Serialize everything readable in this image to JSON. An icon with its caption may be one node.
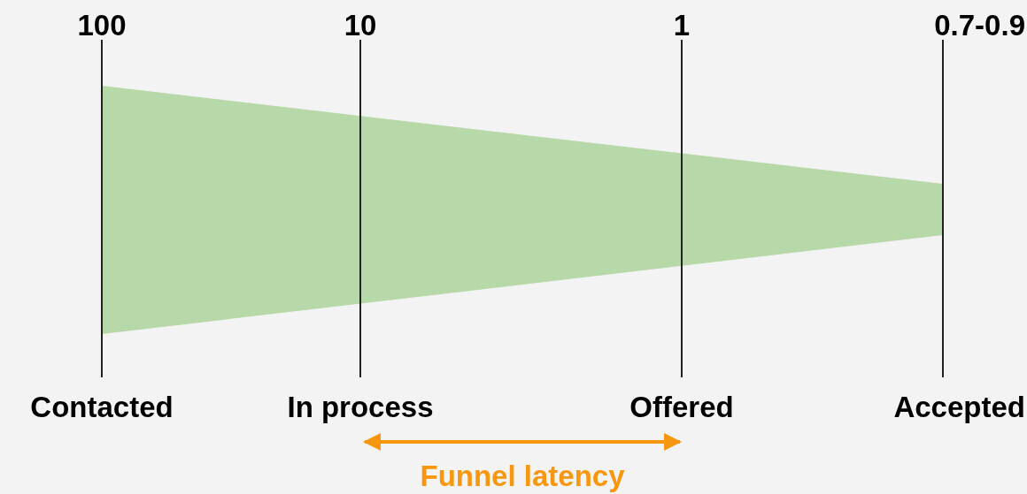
{
  "diagram": {
    "labels": [
      "100",
      "10",
      "1",
      "0.7-0.9",
      "Contacted",
      "In process",
      "Offered",
      "Accepted",
      "Funnel latency"
    ]
  }
}
